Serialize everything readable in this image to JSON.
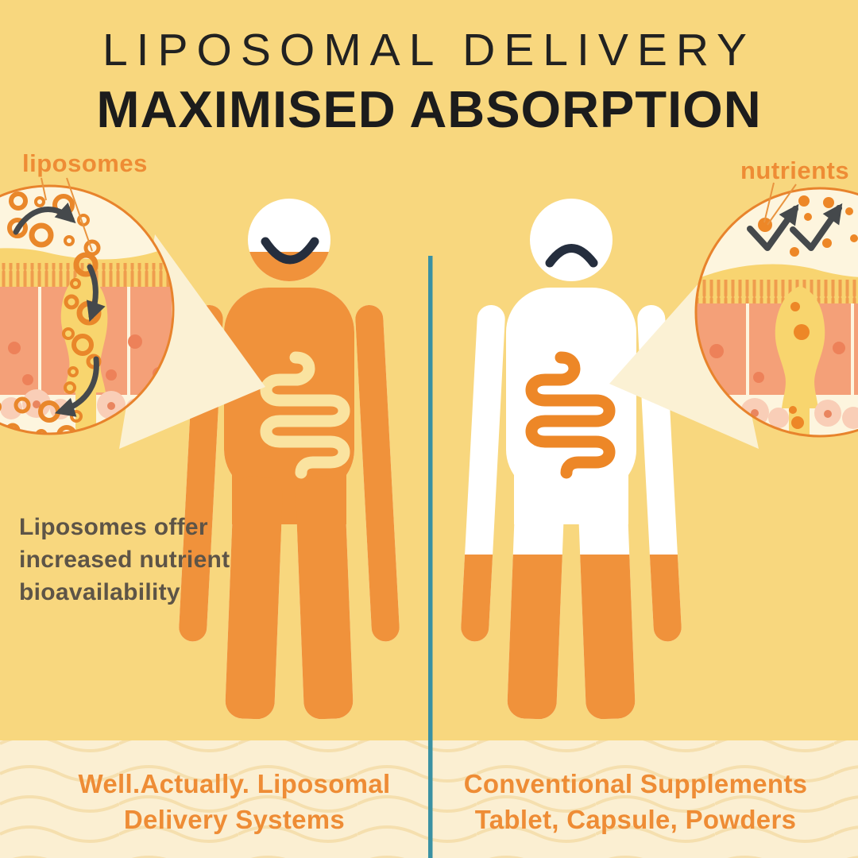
{
  "title": {
    "line1": "LIPOSOMAL DELIVERY",
    "line2": "MAXIMISED ABSORPTION"
  },
  "callouts": {
    "left_label": "liposomes",
    "right_label": "nutrients"
  },
  "left_panel": {
    "caption": "Liposomes offer\nincreased nutrient\nbioavailability",
    "footer": "Well.Actually. Liposomal\nDelivery Systems",
    "figure_mood": "happy",
    "absorption_fill": "high"
  },
  "right_panel": {
    "footer": "Conventional Supplements\nTablet, Capsule, Powders",
    "figure_mood": "sad",
    "absorption_fill": "low"
  },
  "icons": [
    "smile-face-icon",
    "frown-face-icon",
    "intestine-icon",
    "liposome-ring-icon",
    "nutrient-dot-icon",
    "absorption-arrow-icon",
    "bounce-arrow-icon",
    "villi-inset-icon",
    "magnifier-beam-icon"
  ],
  "colors": {
    "background": "#F8D77E",
    "figure_orange": "#F0923B",
    "figure_white": "#FFFFFF",
    "accent_orange_text": "#EE8C35",
    "ring_orange": "#E9872A",
    "inset_cream": "#FDF5DE",
    "beam_cream": "#FBF1D4",
    "band_cream": "#FBEFD2",
    "wave_line": "#F5DFAE",
    "villi_salmon": "#F4A078",
    "villi_dot": "#ED8159",
    "goblet_yellow": "#F8D56E",
    "bump_pink": "#F9CEB7",
    "divider_teal": "#3A91A3",
    "face_navy": "#252E3E",
    "arrow_gray": "#45494C",
    "title_black": "#1C1C1C",
    "caption_gray": "#5D5447"
  }
}
